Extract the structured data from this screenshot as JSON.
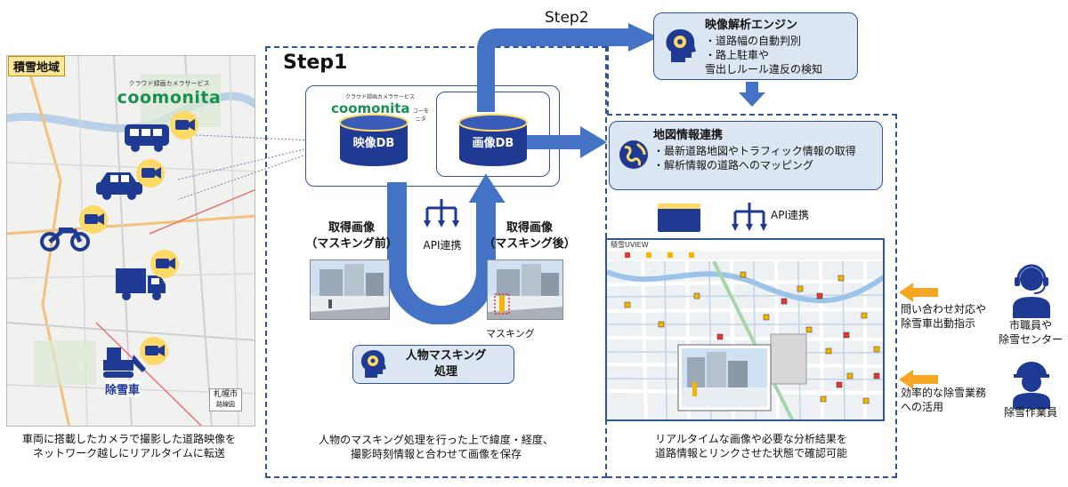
{
  "left": {
    "region_label": "積雪地域",
    "logo_sub": "クラウド録画カメラサービス",
    "logo_text": "coomonita",
    "vehicles": [
      "bus-icon",
      "car-icon",
      "motorcycle-icon",
      "truck-icon",
      "snowplow-icon"
    ],
    "snowplow_label": "除雪車",
    "map_city": "札幌市",
    "map_city_sub": "路線図",
    "caption_line1": "車両に搭載したカメラで撮影した道路映像を",
    "caption_line2": "ネットワーク越しにリアルタイムに転送"
  },
  "step1": {
    "title": "Step1",
    "logo_sub": "クラウド録画カメラサービス",
    "logo_text": "coomonita",
    "logo_jp": "コーモニタ",
    "video_db": "映像DB",
    "image_db": "画像DB",
    "acquired_before_line1": "取得画像",
    "acquired_before_line2": "（マスキング前）",
    "acquired_after_line1": "取得画像",
    "acquired_after_line2": "（マスキング後）",
    "api_label": "API連携",
    "masking_label": "マスキング",
    "masking_process_line1": "人物マスキング",
    "masking_process_line2": "処理",
    "caption_line1": "人物のマスキング処理を行った上で緯度・経度、",
    "caption_line2": "撮影時刻情報と合わせて画像を保存"
  },
  "step2": {
    "title": "Step2",
    "engine_title": "映像解析エンジン",
    "engine_items": [
      "・道路幅の自動判別",
      "・路上駐車や",
      "雪出しルール違反の検知"
    ],
    "map_title": "地図情報連携",
    "map_items": [
      "・最新道路地図やトラフィック情報の取得",
      "・解析情報の道路へのマッピング"
    ],
    "api_label": "API連携",
    "map_app_title": "積雪UVIEW",
    "caption_line1": "リアルタイムな画像や必要な分析結果を",
    "caption_line2": "道路情報とリンクさせた状態で確認可能"
  },
  "right": {
    "inquiry_line1": "問い合わせ対応や",
    "inquiry_line2": "除雪車出動指示",
    "staff_line1": "市職員や",
    "staff_line2": "除雪センター",
    "efficient_line1": "効率的な除雪業務",
    "efficient_line2": "への活用",
    "worker_label": "除雪作業員"
  },
  "colors": {
    "navy": "#1f3a93",
    "frame_blue": "#2f5597",
    "arrow_blue": "#4472c4",
    "orange": "#f5a623",
    "yellow": "#ffd966",
    "panel": "#dce6f2"
  }
}
